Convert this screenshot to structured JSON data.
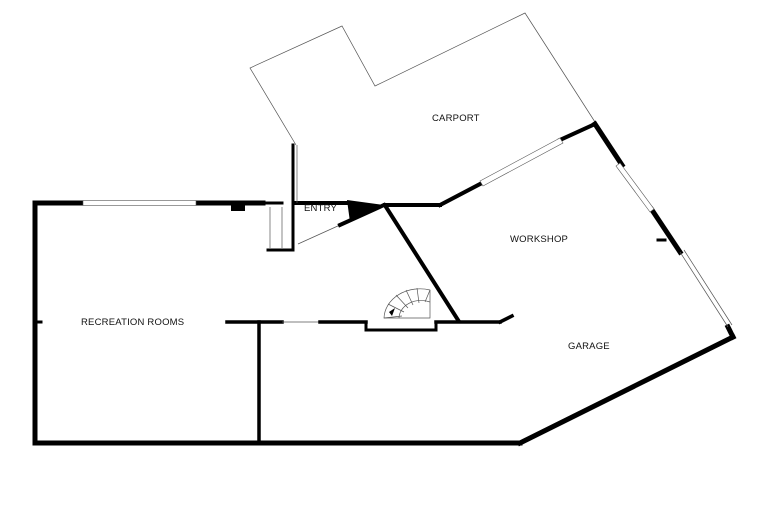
{
  "floorplan": {
    "rooms": {
      "carport": "CARPORT",
      "entry": "ENTRY",
      "workshop": "WORKSHOP",
      "recreation": "RECREATION ROOMS",
      "garage": "GARAGE"
    },
    "colors": {
      "wall": "#000000",
      "thin_line": "#555555",
      "background": "#ffffff",
      "text": "#111111"
    },
    "icons": [
      "spiral-staircase-icon"
    ]
  }
}
